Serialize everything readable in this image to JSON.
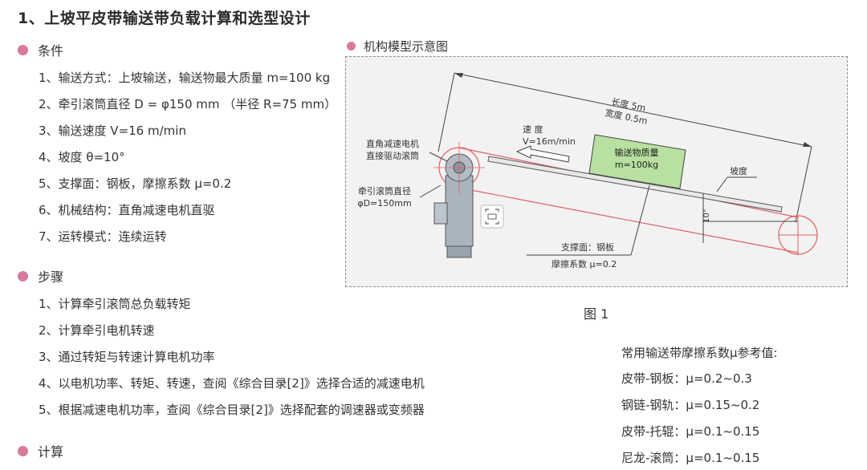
{
  "title": "1、上坡平皮带输送带负载计算和选型设计",
  "conditions": {
    "heading": "条件",
    "items": [
      "1、输送方式：上坡输送，输送物最大质量 m=100 kg",
      "2、牵引滚筒直径 D = φ150 mm （半径 R=75 mm）",
      "3、输送速度 V=16 m/min",
      "4、坡度 θ=10°",
      "5、支撑面：钢板，摩擦系数 μ=0.2",
      "6、机械结构：直角减速电机直驱",
      "7、运转模式：连续运转"
    ]
  },
  "steps": {
    "heading": "步骤",
    "items": [
      "1、计算牵引滚筒总负载转矩",
      "2、计算牵引电机转速",
      "3、通过转矩与转速计算电机功率",
      "4、以电机功率、转矩、转速，查阅《综合目录[2]》选择合适的减速电机",
      "5、根据减速电机功率，查阅《综合目录[2]》选择配套的调速器或变频器"
    ]
  },
  "calc": {
    "heading": "计算"
  },
  "figure": {
    "heading": "机构模型示意图",
    "caption": "图 1",
    "labels": {
      "length": "长度 5m",
      "width": "宽度 0.5m",
      "speed_title": "速 度",
      "speed_value": "V=16m/min",
      "mass_title": "输送物质量",
      "mass_value": "m=100kg",
      "motor_line1": "直角减速电机",
      "motor_line2": "直接驱动滚筒",
      "drum_line1": "牵引滚筒直径",
      "drum_line2": "φD=150mm",
      "slope": "坡度",
      "angle": "10°",
      "support_line1": "支撑面：钢板",
      "support_line2": "摩擦系数 μ=0.2"
    },
    "colors": {
      "belt": "#e06060",
      "load": "#b8e0a0",
      "motor": "#a9b4bf"
    }
  },
  "reference": {
    "title": "常用输送带摩擦系数μ参考值:",
    "items": [
      "皮带-钢板：μ=0.2~0.3",
      "钢链-钢轨：μ=0.15~0.2",
      "皮带-托辊：μ=0.1~0.15",
      "尼龙-滚筒：μ=0.1~0.15"
    ]
  }
}
